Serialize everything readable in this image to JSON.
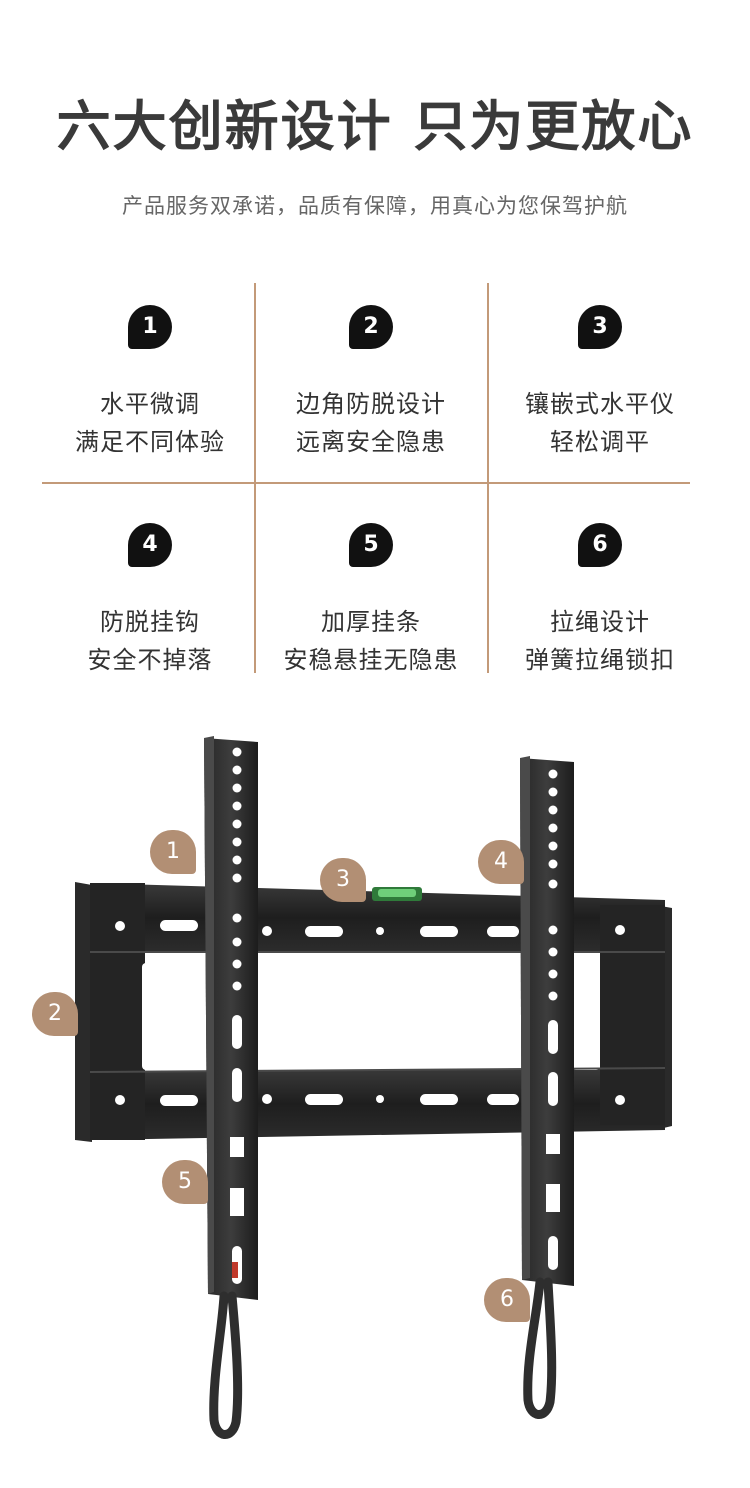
{
  "header": {
    "title": "六大创新设计 只为更放心",
    "subtitle": "产品服务双承诺，品质有保障，用真心为您保驾护航"
  },
  "features": [
    {
      "number": "1",
      "line1": "水平微调",
      "line2": "满足不同体验"
    },
    {
      "number": "2",
      "line1": "边角防脱设计",
      "line2": "远离安全隐患"
    },
    {
      "number": "3",
      "line1": "镶嵌式水平仪",
      "line2": "轻松调平"
    },
    {
      "number": "4",
      "line1": "防脱挂钩",
      "line2": "安全不掉落"
    },
    {
      "number": "5",
      "line1": "加厚挂条",
      "line2": "安稳悬挂无隐患"
    },
    {
      "number": "6",
      "line1": "拉绳设计",
      "line2": "弹簧拉绳锁扣"
    }
  ],
  "callouts": [
    "1",
    "2",
    "3",
    "4",
    "5",
    "6"
  ],
  "colors": {
    "accent": "#b28f74",
    "divider": "#c39a79",
    "badge": "#111111"
  }
}
